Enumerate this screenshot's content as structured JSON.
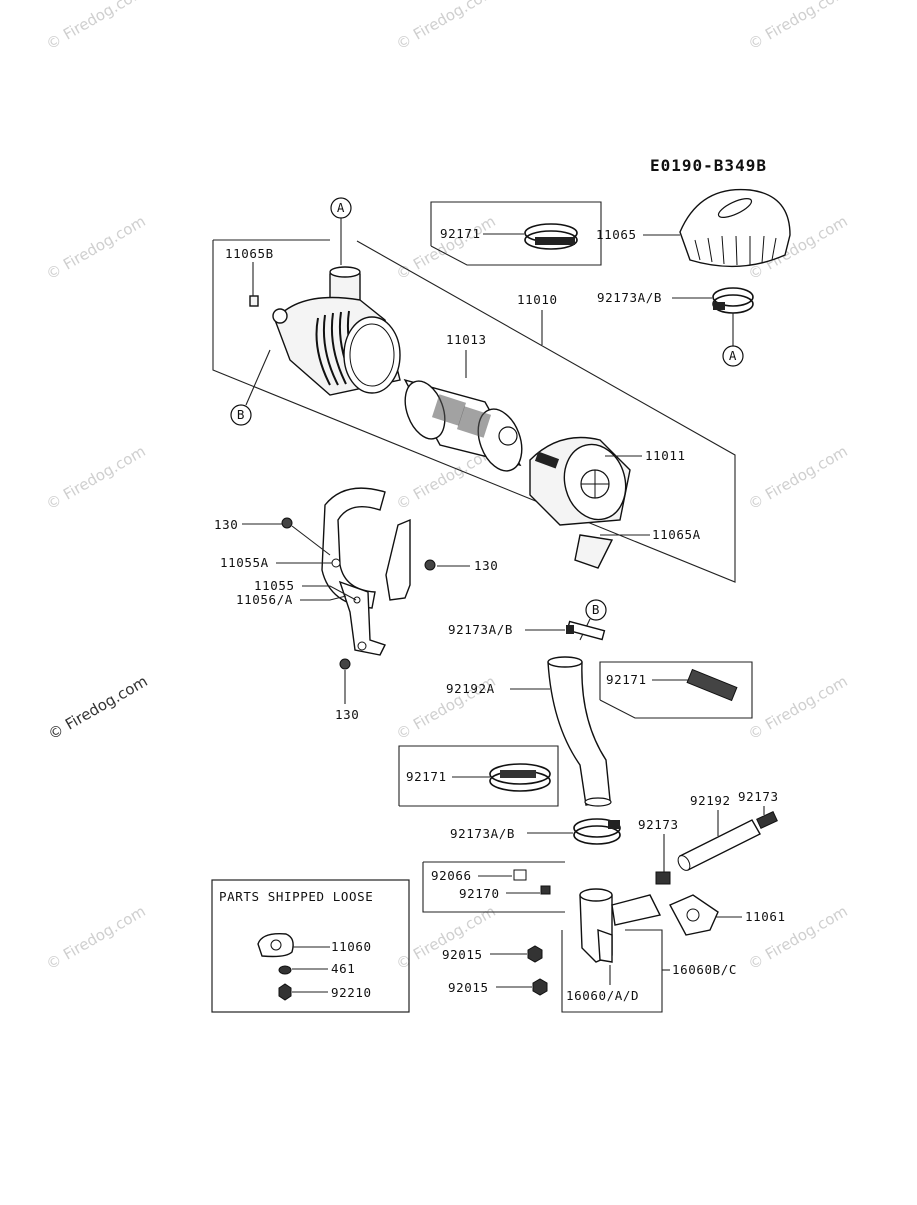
{
  "diagram_code": "E0190-B349B",
  "watermark_text": "© Firedog.com",
  "callouts": {
    "a": "A",
    "b": "B"
  },
  "box_title": "PARTS SHIPPED LOOSE",
  "labels": {
    "p11065b": "11065B",
    "p92171_top": "92171",
    "p11065": "11065",
    "p92173ab_top": "92173A/B",
    "p11010": "11010",
    "p11013": "11013",
    "p11011": "11011",
    "p11065a": "11065A",
    "p130_a": "130",
    "p11055a": "11055A",
    "p130_b": "130",
    "p11055": "11055",
    "p11056a": "11056/A",
    "p130_c": "130",
    "p92173ab_mid": "92173A/B",
    "p92171_mid": "92171",
    "p92192a": "92192A",
    "p92171_low": "92171",
    "p92173ab_low": "92173A/B",
    "p92173_a": "92173",
    "p92192": "92192",
    "p92173_b": "92173",
    "p92066": "92066",
    "p92170": "92170",
    "p11061": "11061",
    "p92015_a": "92015",
    "p16060bc": "16060B/C",
    "p92015_b": "92015",
    "p16060ad": "16060/A/D",
    "p11060": "11060",
    "p461": "461",
    "p92210": "92210"
  }
}
